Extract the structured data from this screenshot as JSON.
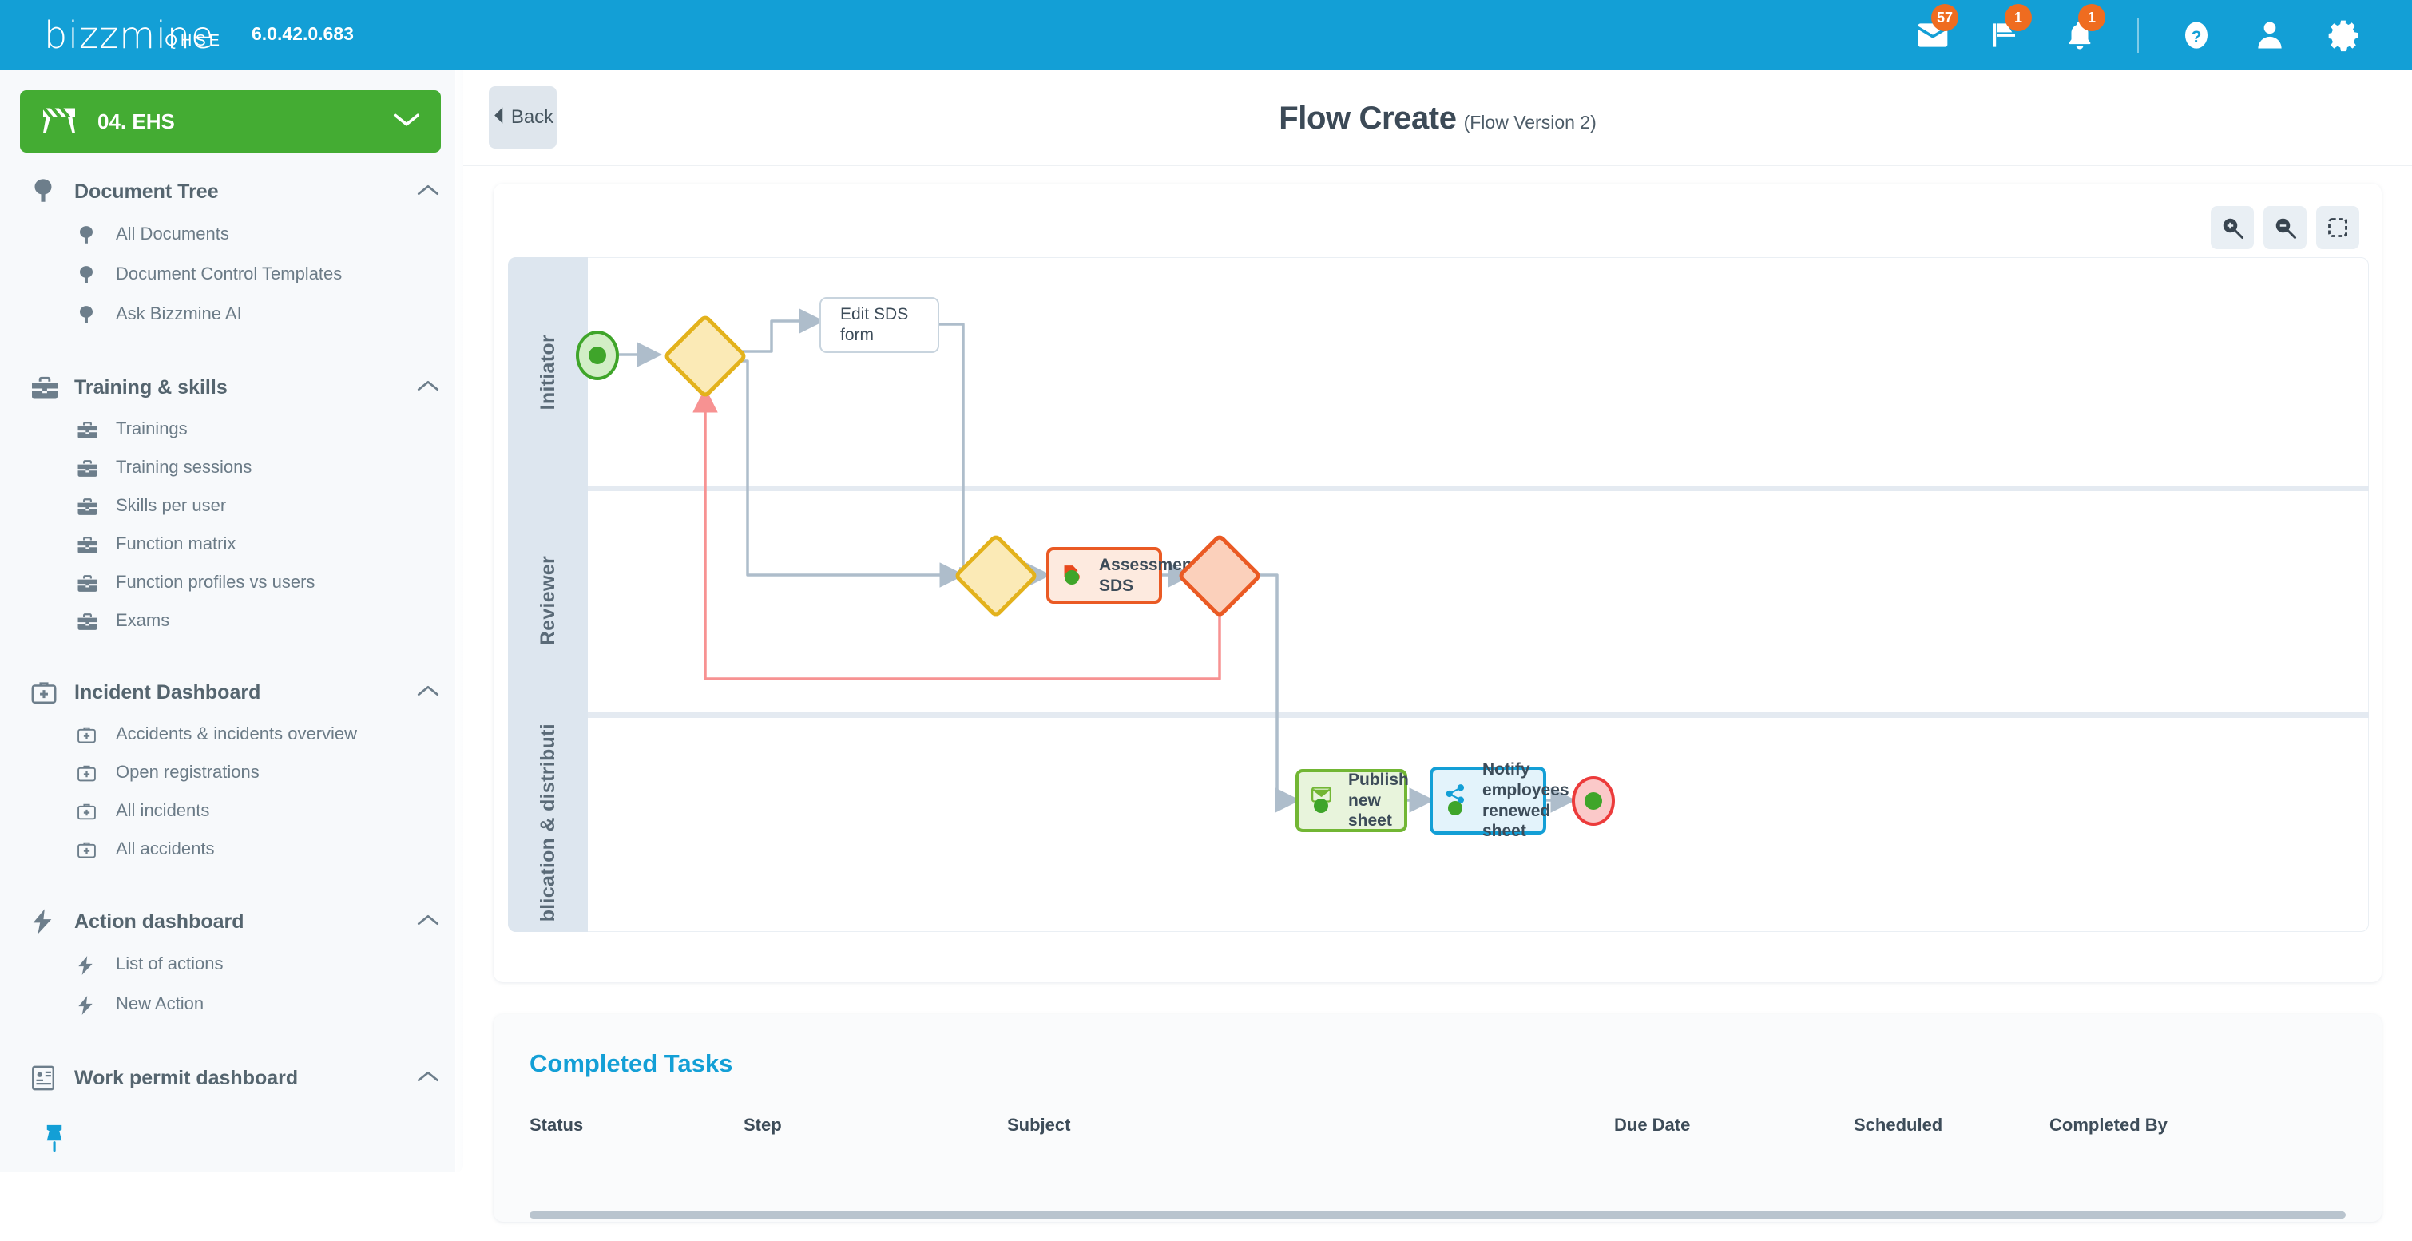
{
  "topbar": {
    "logo": "bizzmine",
    "logo_sub": "QHSE",
    "version": "6.0.42.0.683",
    "icons": [
      {
        "name": "mail-icon",
        "badge": "57"
      },
      {
        "name": "announcement-icon",
        "badge": "1"
      },
      {
        "name": "notification-bell-icon",
        "badge": "1"
      },
      {
        "name": "help-icon",
        "badge": ""
      },
      {
        "name": "user-icon",
        "badge": ""
      },
      {
        "name": "settings-gear-icon",
        "badge": ""
      }
    ],
    "accent_blue": "#139fd6",
    "badge_orange": "#ef6c20"
  },
  "sidebar": {
    "app_button": {
      "label": "04. EHS",
      "color": "#44ac33",
      "icon": "barrier-icon",
      "chevron": "chevron-down-icon"
    },
    "groups": [
      {
        "title": "Document Tree",
        "icon": "tree-icon",
        "chevron": "chevron-up-icon",
        "items": [
          {
            "label": "All Documents",
            "icon": "tree-icon"
          },
          {
            "label": "Document Control Templates",
            "icon": "tree-icon"
          },
          {
            "label": "Ask Bizzmine AI",
            "icon": "tree-icon"
          }
        ]
      },
      {
        "title": "Training & skills",
        "icon": "briefcase-icon",
        "chevron": "chevron-up-icon",
        "items": [
          {
            "label": "Trainings",
            "icon": "briefcase-icon"
          },
          {
            "label": "Training sessions",
            "icon": "briefcase-icon"
          },
          {
            "label": "Skills per user",
            "icon": "briefcase-icon"
          },
          {
            "label": "Function matrix",
            "icon": "briefcase-icon"
          },
          {
            "label": "Function profiles vs users",
            "icon": "briefcase-icon"
          },
          {
            "label": "Exams",
            "icon": "briefcase-icon"
          }
        ]
      },
      {
        "title": "Incident Dashboard",
        "icon": "first-aid-kit-icon",
        "chevron": "chevron-up-icon",
        "items": [
          {
            "label": "Accidents & incidents overview",
            "icon": "first-aid-kit-icon"
          },
          {
            "label": "Open registrations",
            "icon": "first-aid-kit-icon"
          },
          {
            "label": "All incidents",
            "icon": "first-aid-kit-icon"
          },
          {
            "label": "All accidents",
            "icon": "first-aid-kit-icon"
          }
        ]
      },
      {
        "title": "Action dashboard",
        "icon": "lightning-bolt-icon",
        "chevron": "chevron-up-icon",
        "items": [
          {
            "label": "List of actions",
            "icon": "lightning-bolt-icon"
          },
          {
            "label": "New Action",
            "icon": "lightning-bolt-icon"
          }
        ]
      },
      {
        "title": "Work permit dashboard",
        "icon": "id-card-icon",
        "chevron": "chevron-up-icon",
        "items": []
      }
    ],
    "pin": {
      "name": "pin-icon",
      "color": "#139fd6"
    }
  },
  "page": {
    "back_label": "Back",
    "title": "Flow Create",
    "subtitle": "(Flow Version 2)"
  },
  "diagram": {
    "tools": [
      {
        "name": "zoom-in-icon",
        "label": "Zoom in"
      },
      {
        "name": "zoom-out-icon",
        "label": "Zoom out"
      },
      {
        "name": "fit-to-screen-icon",
        "label": "Fit to screen"
      }
    ],
    "lanes": [
      {
        "label": "Initiator"
      },
      {
        "label": "Reviewer"
      },
      {
        "label": "blication & distributi"
      }
    ],
    "nodes": [
      {
        "id": "start",
        "type": "start-event",
        "label": "",
        "lane": 0
      },
      {
        "id": "gw1",
        "type": "gateway",
        "label": "",
        "lane": 0,
        "color": "yellow"
      },
      {
        "id": "edit",
        "type": "task",
        "label": "Edit SDS form",
        "lane": 0,
        "style": "plain"
      },
      {
        "id": "gw2",
        "type": "gateway",
        "label": "",
        "lane": 1,
        "color": "yellow"
      },
      {
        "id": "assess",
        "type": "task",
        "label": "Assessment SDS",
        "lane": 1,
        "style": "orange",
        "icon": "document-check-icon",
        "status": "green"
      },
      {
        "id": "gw3",
        "type": "gateway",
        "label": "",
        "lane": 1,
        "color": "orange"
      },
      {
        "id": "publish",
        "type": "task",
        "label": "Publish new sheet",
        "lane": 2,
        "style": "green",
        "icon": "envelope-icon",
        "status": "green"
      },
      {
        "id": "notify",
        "type": "task",
        "label": "Notify employees renewed sheet",
        "lane": 2,
        "style": "blue",
        "icon": "share-icon",
        "status": "green"
      },
      {
        "id": "end",
        "type": "end-event",
        "label": "",
        "lane": 2
      }
    ]
  },
  "completed_tasks": {
    "title": "Completed Tasks",
    "columns": [
      "Status",
      "Step",
      "Subject",
      "Due Date",
      "Scheduled",
      "Completed By"
    ],
    "rows": []
  }
}
